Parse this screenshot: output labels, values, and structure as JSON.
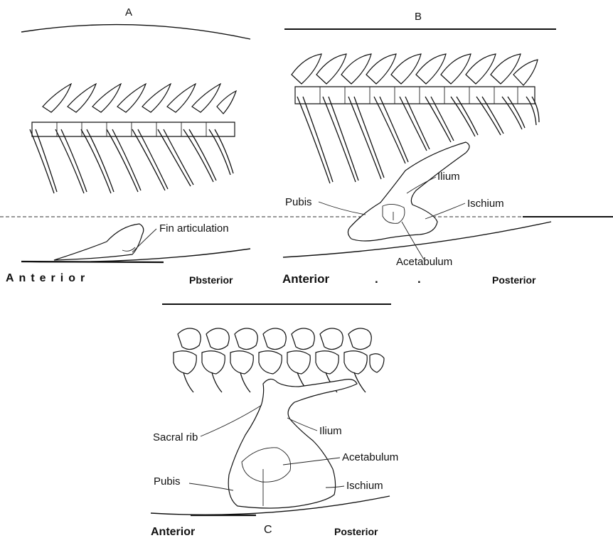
{
  "panels": {
    "a": {
      "letter": "A",
      "labels": {
        "fin_articulation": "Fin articulation",
        "anterior": "Anterior",
        "posterior": "Pbsterior"
      }
    },
    "b": {
      "letter": "B",
      "labels": {
        "ilium": "Ilium",
        "pubis": "Pubis",
        "ischium": "Ischium",
        "acetabulum": "Acetabulum",
        "anterior": "Anterior",
        "dot1": ".",
        "dot2": ".",
        "posterior": "Posterior"
      }
    },
    "c": {
      "letter": "C",
      "labels": {
        "sacral_rib": "Sacral rib",
        "ilium": "Ilium",
        "acetabulum": "Acetabulum",
        "pubis": "Pubis",
        "ischium": "Ischium",
        "anterior": "Anterior",
        "posterior": "Posterior"
      }
    }
  }
}
